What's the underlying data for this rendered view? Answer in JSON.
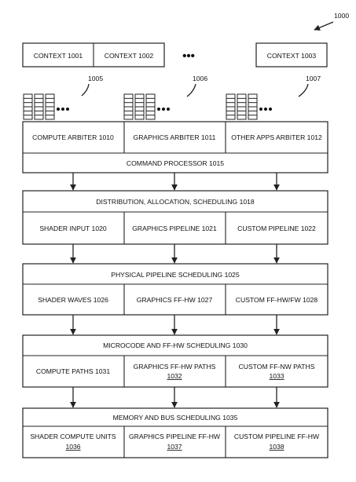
{
  "figure_ref": "1000",
  "contexts": [
    {
      "label": "CONTEXT",
      "ref": "1001"
    },
    {
      "label": "CONTEXT",
      "ref": "1002"
    },
    {
      "label": "CONTEXT",
      "ref": "1003"
    }
  ],
  "ellipsis": "•••",
  "queue_groups": [
    {
      "ref": "1005"
    },
    {
      "ref": "1006"
    },
    {
      "ref": "1007"
    }
  ],
  "arbiters": [
    {
      "label": "COMPUTE ARBITER",
      "ref": "1010"
    },
    {
      "label": "GRAPHICS ARBITER",
      "ref": "1011"
    },
    {
      "label": "OTHER APPS ARBITER",
      "ref": "1012"
    }
  ],
  "command_processor": {
    "label": "COMMAND PROCESSOR",
    "ref": "1015"
  },
  "stages": [
    {
      "header": {
        "label": "DISTRIBUTION, ALLOCATION, SCHEDULING",
        "ref": "1018"
      },
      "cells": [
        {
          "label": "SHADER INPUT",
          "ref": "1020"
        },
        {
          "label": "GRAPHICS PIPELINE",
          "ref": "1021"
        },
        {
          "label": "CUSTOM PIPELINE",
          "ref": "1022"
        }
      ]
    },
    {
      "header": {
        "label": "PHYSICAL PIPELINE SCHEDULING",
        "ref": "1025"
      },
      "cells": [
        {
          "label": "SHADER WAVES",
          "ref": "1026"
        },
        {
          "label": "GRAPHICS FF-HW",
          "ref": "1027"
        },
        {
          "label": "CUSTOM FF-HW/FW",
          "ref": "1028"
        }
      ]
    },
    {
      "header": {
        "label": "MICROCODE AND FF-HW SCHEDULING",
        "ref": "1030"
      },
      "cells": [
        {
          "label": "COMPUTE PATHS",
          "ref": "1031"
        },
        {
          "label": "GRAPHICS FF-HW PATHS",
          "ref": "1032"
        },
        {
          "label": "CUSTOM FF-NW PATHS",
          "ref": "1033"
        }
      ]
    },
    {
      "header": {
        "label": "MEMORY AND BUS SCHEDULING",
        "ref": "1035"
      },
      "cells": [
        {
          "label": "SHADER COMPUTE UNITS",
          "ref": "1036"
        },
        {
          "label": "GRAPHICS PIPELINE FF-HW",
          "ref": "1037"
        },
        {
          "label": "CUSTOM PIPELINE FF-HW",
          "ref": "1038"
        }
      ]
    }
  ]
}
